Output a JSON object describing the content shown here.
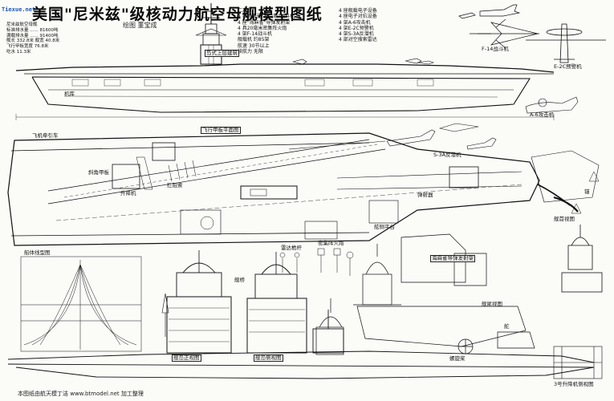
{
  "title": "美国\"尼米兹\"级核动力航空母舰模型图纸",
  "designer": "绘图  董宝成",
  "watermark": "Tiexue.net",
  "footer": "本图纸由航天模丁洁 www.btmodel.net 加工整理",
  "spec_left": [
    "尼米兹航空母舰",
    "标准排水量 ...... 81600吨",
    "满载排水量 ...... 91400吨",
    "舰长 332.8米  舰宽 40.8米",
    "飞行甲板宽度 76.8米",
    "吃水 11.3米"
  ],
  "spec_mid": [
    "二次世：",
    "4 架格鲁曼\"霍克斯\"战斗机",
    "4 座\"海麻雀\"导弹发射架",
    "4 具20毫米密集阵火炮",
    "4 架F-14战斗机",
    "舰载机 约85架",
    "航速 30节以上",
    "续航力 无限"
  ],
  "spec_right": [
    "4 座舰载电子设备",
    "4 座电子对抗设备",
    "4 架A-6攻击机",
    "4 架E-2C预警机",
    "4 架S-3A反潜机",
    "4 部对空搜索雷达"
  ],
  "labels": [
    {
      "id": "island-profile",
      "text": "岛式上层建筑"
    },
    {
      "id": "f14-label",
      "text": "F-14战斗机"
    },
    {
      "id": "e2c-label",
      "text": "E-2C预警机"
    },
    {
      "id": "a6-label",
      "text": "A-6攻击机"
    },
    {
      "id": "s3a-label",
      "text": "S-3A反潜机"
    },
    {
      "id": "deck-label",
      "text": "飞行甲板平面图"
    },
    {
      "id": "catapult-label",
      "text": "弹射器"
    },
    {
      "id": "elevator-label",
      "text": "升降机"
    },
    {
      "id": "arrester-label",
      "text": "拦阻索"
    },
    {
      "id": "angled-deck-label",
      "text": "斜角甲板"
    },
    {
      "id": "hull-lines-label",
      "text": "船体线型图"
    },
    {
      "id": "island-front-label",
      "text": "舰岛正视图"
    },
    {
      "id": "island-side-label",
      "text": "舰岛侧视图"
    },
    {
      "id": "bridge-label",
      "text": "舰桥"
    },
    {
      "id": "radar-label",
      "text": "雷达桅杆"
    },
    {
      "id": "ciws-label",
      "text": "密集阵火炮"
    },
    {
      "id": "sea-sparrow-label",
      "text": "海麻雀导弹发射架"
    },
    {
      "id": "stern-label",
      "text": "舰尾视图"
    },
    {
      "id": "bow-label",
      "text": "舰首视图"
    },
    {
      "id": "anchor-label",
      "text": "锚"
    },
    {
      "id": "propeller-label",
      "text": "螺旋桨"
    },
    {
      "id": "rudder-label",
      "text": "舵"
    },
    {
      "id": "hangar-label",
      "text": "机库"
    },
    {
      "id": "sponson-label",
      "text": "舷侧平台"
    },
    {
      "id": "aircraft-tractor-label",
      "text": "飞机牵引车"
    },
    {
      "id": "bottom-profile-label",
      "text": "3号升降机侧视图"
    }
  ],
  "colors": {
    "ink": "#111111",
    "paper": "#fbfbf8",
    "watermark": "#1d57b3"
  }
}
